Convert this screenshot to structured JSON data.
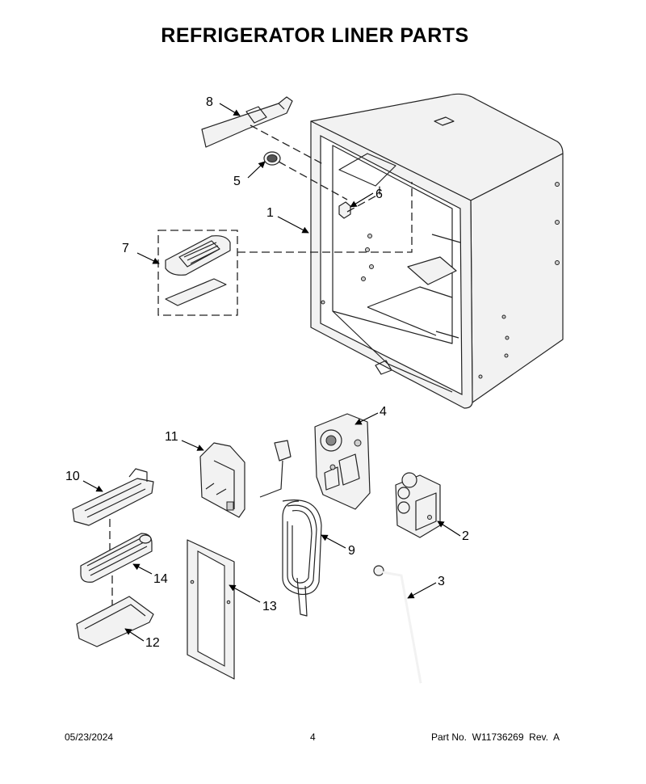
{
  "title": "REFRIGERATOR LINER PARTS",
  "callouts": [
    {
      "id": "c1",
      "label": "1"
    },
    {
      "id": "c2",
      "label": "2"
    },
    {
      "id": "c3",
      "label": "3"
    },
    {
      "id": "c4",
      "label": "4"
    },
    {
      "id": "c5",
      "label": "5"
    },
    {
      "id": "c6",
      "label": "6"
    },
    {
      "id": "c7",
      "label": "7"
    },
    {
      "id": "c8",
      "label": "8"
    },
    {
      "id": "c9",
      "label": "9"
    },
    {
      "id": "c10",
      "label": "10"
    },
    {
      "id": "c11",
      "label": "11"
    },
    {
      "id": "c12",
      "label": "12"
    },
    {
      "id": "c13",
      "label": "13"
    },
    {
      "id": "c14",
      "label": "14"
    }
  ],
  "footer": {
    "date": "05/23/2024",
    "page": "4",
    "part": "Part No.  W11736269  Rev.  A"
  }
}
